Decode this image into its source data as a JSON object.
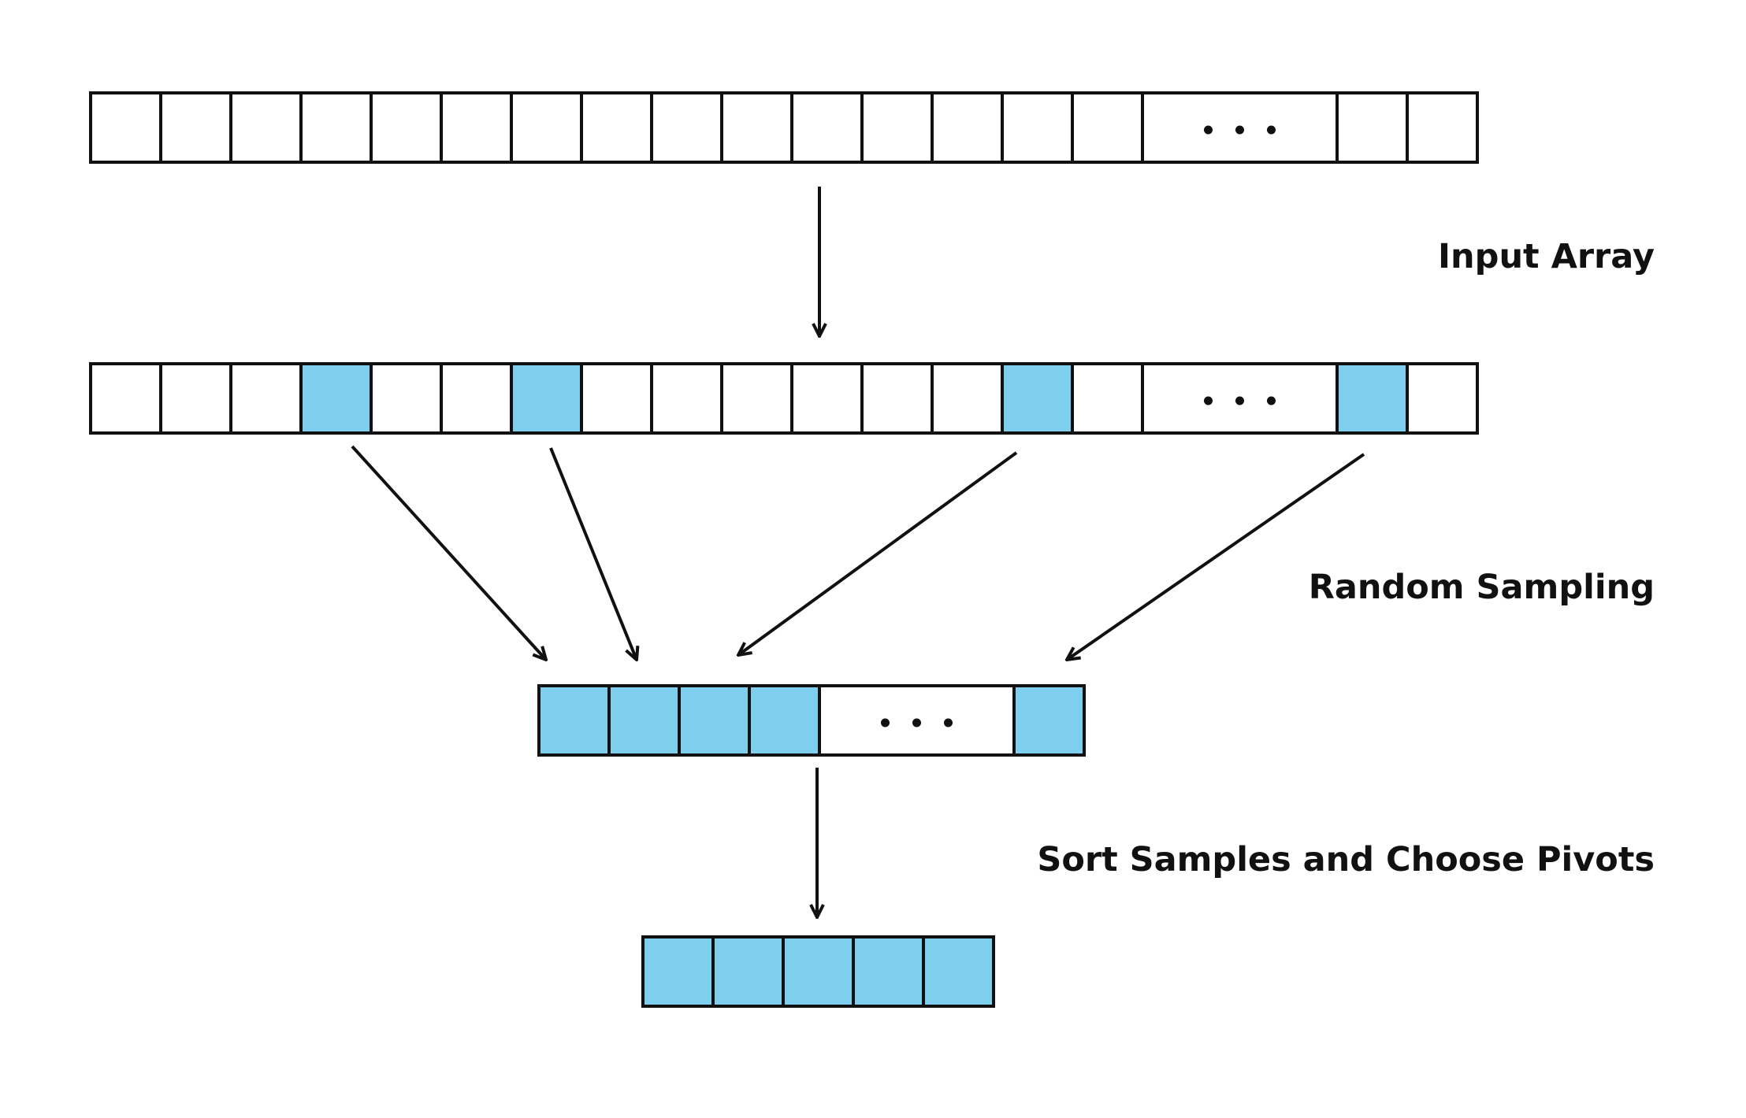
{
  "labels": {
    "input_array": "Input Array",
    "random_sampling": "Random Sampling",
    "sort_samples": "Sort Samples and Choose Pivots"
  },
  "colors": {
    "highlight": "#7ecfee",
    "empty": "#ffffff",
    "stroke": "#111111"
  },
  "ellipsis": "• • •",
  "rows": [
    {
      "name": "input-array",
      "cells": [
        "empty",
        "empty",
        "empty",
        "empty",
        "empty",
        "empty",
        "empty",
        "empty",
        "empty",
        "empty",
        "empty",
        "empty",
        "empty",
        "empty",
        "empty",
        "ellipsis",
        "empty",
        "empty"
      ]
    },
    {
      "name": "sampled-array",
      "cells": [
        "empty",
        "empty",
        "empty",
        "highlight",
        "empty",
        "empty",
        "highlight",
        "empty",
        "empty",
        "empty",
        "empty",
        "empty",
        "empty",
        "highlight",
        "empty",
        "ellipsis",
        "highlight",
        "empty"
      ]
    },
    {
      "name": "samples-array",
      "cells": [
        "highlight",
        "highlight",
        "highlight",
        "highlight",
        "ellipsis",
        "highlight"
      ]
    },
    {
      "name": "pivots-array",
      "cells": [
        "highlight",
        "highlight",
        "highlight",
        "highlight",
        "highlight"
      ]
    }
  ]
}
